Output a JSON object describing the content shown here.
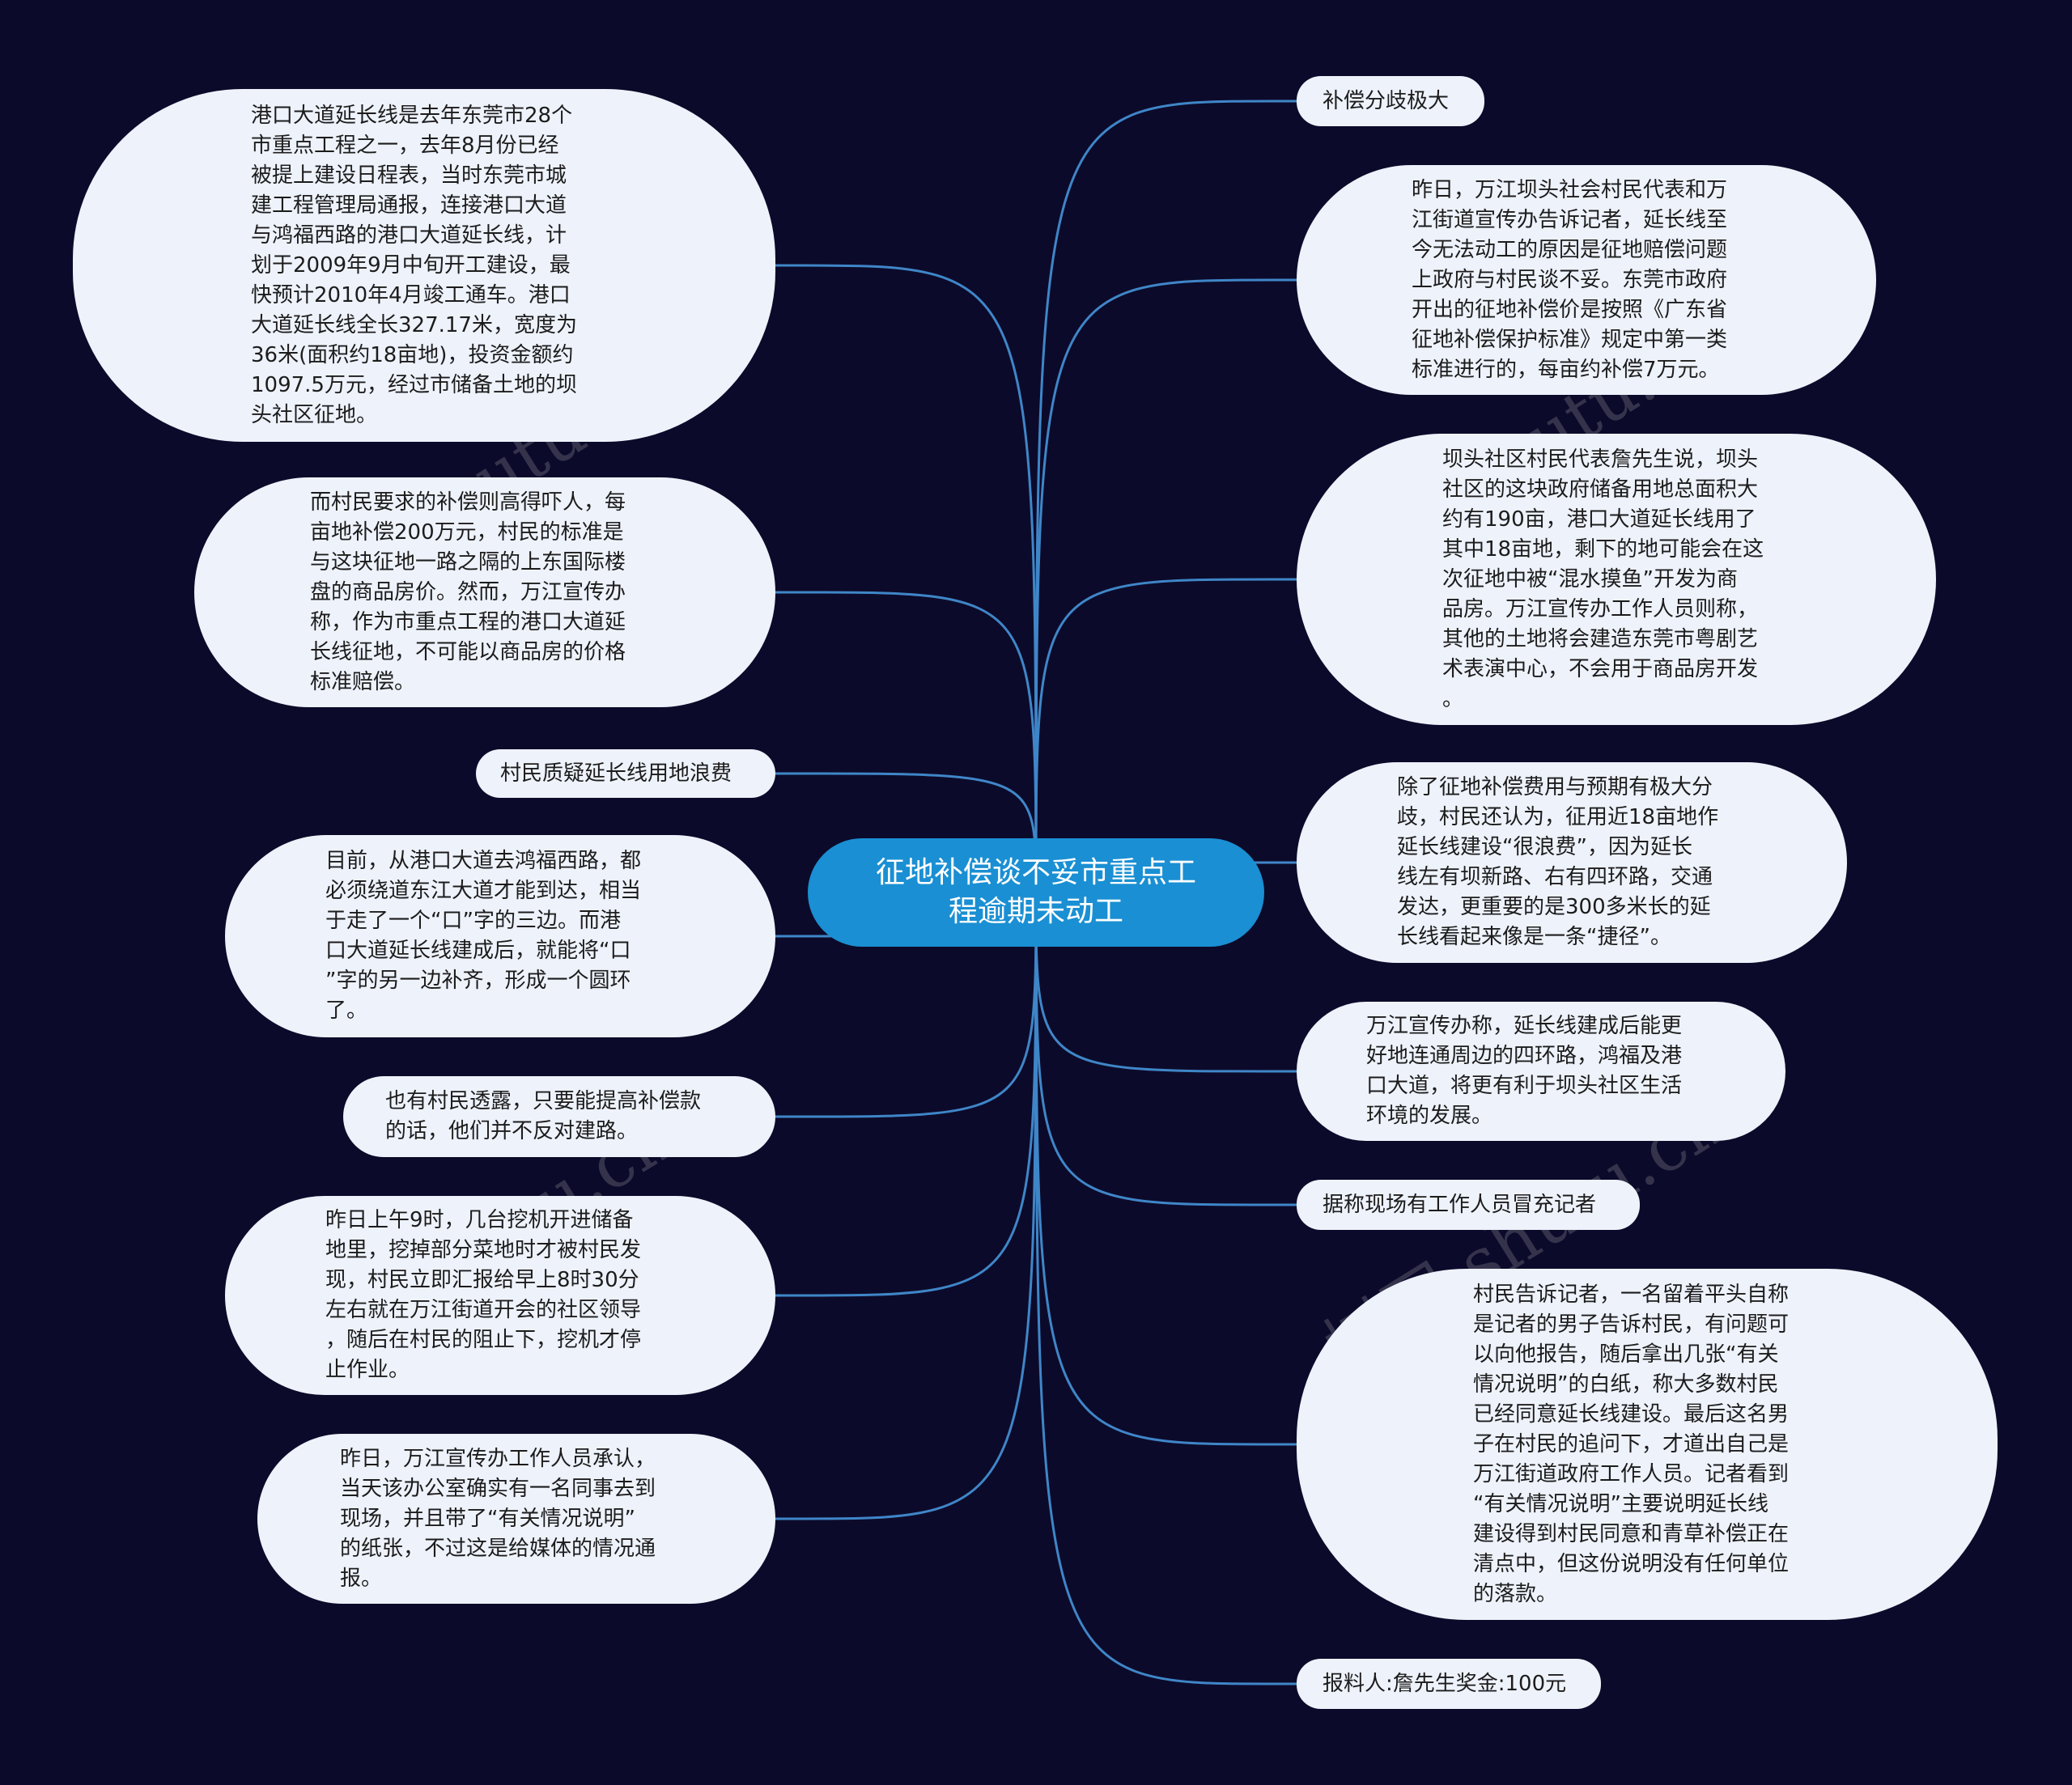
{
  "diagram": {
    "root": "征地补偿谈不妥市重点工\n程逾期未动工",
    "left": [
      "港口大道延长线是去年东莞市28个\n市重点工程之一，去年8月份已经\n被提上建设日程表，当时东莞市城\n建工程管理局通报，连接港口大道\n与鸿福西路的港口大道延长线，计\n划于2009年9月中旬开工建设，最\n快预计2010年4月竣工通车。港口\n大道延长线全长327.17米，宽度为\n36米(面积约18亩地)，投资金额约\n1097.5万元，经过市储备土地的坝\n头社区征地。",
      "而村民要求的补偿则高得吓人，每\n亩地补偿200万元，村民的标准是\n与这块征地一路之隔的上东国际楼\n盘的商品房价。然而，万江宣传办\n称，作为市重点工程的港口大道延\n长线征地，不可能以商品房的价格\n标准赔偿。",
      "村民质疑延长线用地浪费",
      "目前，从港口大道去鸿福西路，都\n必须绕道东江大道才能到达，相当\n于走了一个“口”字的三边。而港\n口大道延长线建成后，就能将“口\n”字的另一边补齐，形成一个圆环\n了。",
      "也有村民透露，只要能提高补偿款\n的话，他们并不反对建路。",
      "昨日上午9时，几台挖机开进储备\n地里，挖掉部分菜地时才被村民发\n现，村民立即汇报给早上8时30分\n左右就在万江街道开会的社区领导\n，随后在村民的阻止下，挖机才停\n止作业。",
      "昨日，万江宣传办工作人员承认，\n当天该办公室确实有一名同事去到\n现场，并且带了“有关情况说明”\n的纸张，不过这是给媒体的情况通\n报。"
    ],
    "right": [
      "补偿分歧极大",
      "昨日，万江坝头社会村民代表和万\n江街道宣传办告诉记者，延长线至\n今无法动工的原因是征地赔偿问题\n上政府与村民谈不妥。东莞市政府\n开出的征地补偿价是按照《广东省\n征地补偿保护标准》规定中第一类\n标准进行的，每亩约补偿7万元。",
      "坝头社区村民代表詹先生说，坝头\n社区的这块政府储备用地总面积大\n约有190亩，港口大道延长线用了\n其中18亩地，剩下的地可能会在这\n次征地中被“混水摸鱼”开发为商\n品房。万江宣传办工作人员则称，\n其他的土地将会建造东莞市粤剧艺\n术表演中心，不会用于商品房开发\n。",
      "除了征地补偿费用与预期有极大分\n歧，村民还认为，征用近18亩地作\n延长线建设“很浪费”，因为延长\n线左有坝新路、右有四环路，交通\n发达，更重要的是300多米长的延\n长线看起来像是一条“捷径”。",
      "万江宣传办称，延长线建成后能更\n好地连通周边的四环路，鸿福及港\n口大道，将更有利于坝头社区生活\n环境的发展。",
      "据称现场有工作人员冒充记者",
      "村民告诉记者，一名留着平头自称\n是记者的男子告诉村民，有问题可\n以向他报告，随后拿出几张“有关\n情况说明”的白纸，称大多数村民\n已经同意延长线建设。最后这名男\n子在村民的追问下，才道出自己是\n万江街道政府工作人员。记者看到\n“有关情况说明”主要说明延长线\n建设得到村民同意和青草补偿正在\n清点中，但这份说明没有任何单位\n的落款。",
      "报料人:詹先生奖金:100元"
    ]
  },
  "watermark": "树图 shutu.cn",
  "colors": {
    "background": "#0c0a2a",
    "root": "#1a8fd3",
    "node": "#eef2fb",
    "link": "#3f86c8"
  }
}
